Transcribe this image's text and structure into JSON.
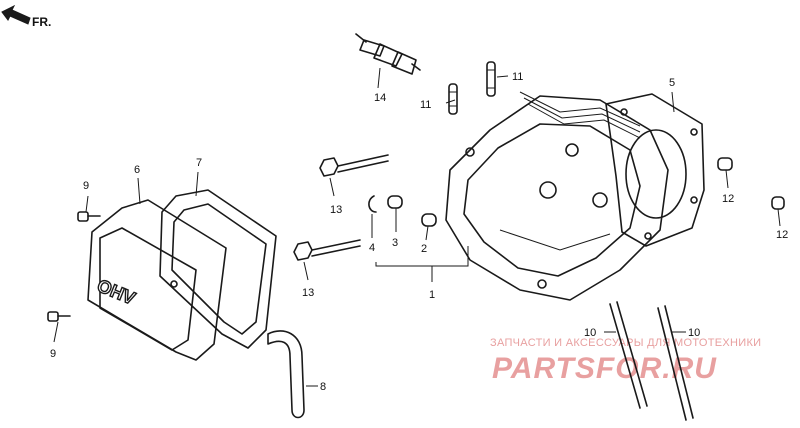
{
  "direction_label": "FR.",
  "cover_embossing": "OHV",
  "part_numbers": {
    "p1": "1",
    "p2": "2",
    "p3": "3",
    "p4": "4",
    "p5": "5",
    "p6": "6",
    "p7": "7",
    "p8": "8",
    "p9a": "9",
    "p9b": "9",
    "p10a": "10",
    "p10b": "10",
    "p11a": "11",
    "p11b": "11",
    "p12a": "12",
    "p12b": "12",
    "p13a": "13",
    "p13b": "13",
    "p14": "14"
  },
  "watermark": {
    "line1": "ЗАПЧАСТИ И АКСЕССУАРЫ ДЛЯ МОТОТЕХНИКИ",
    "line2": "PARTSFOR.RU",
    "color": "#e8a0a0"
  }
}
